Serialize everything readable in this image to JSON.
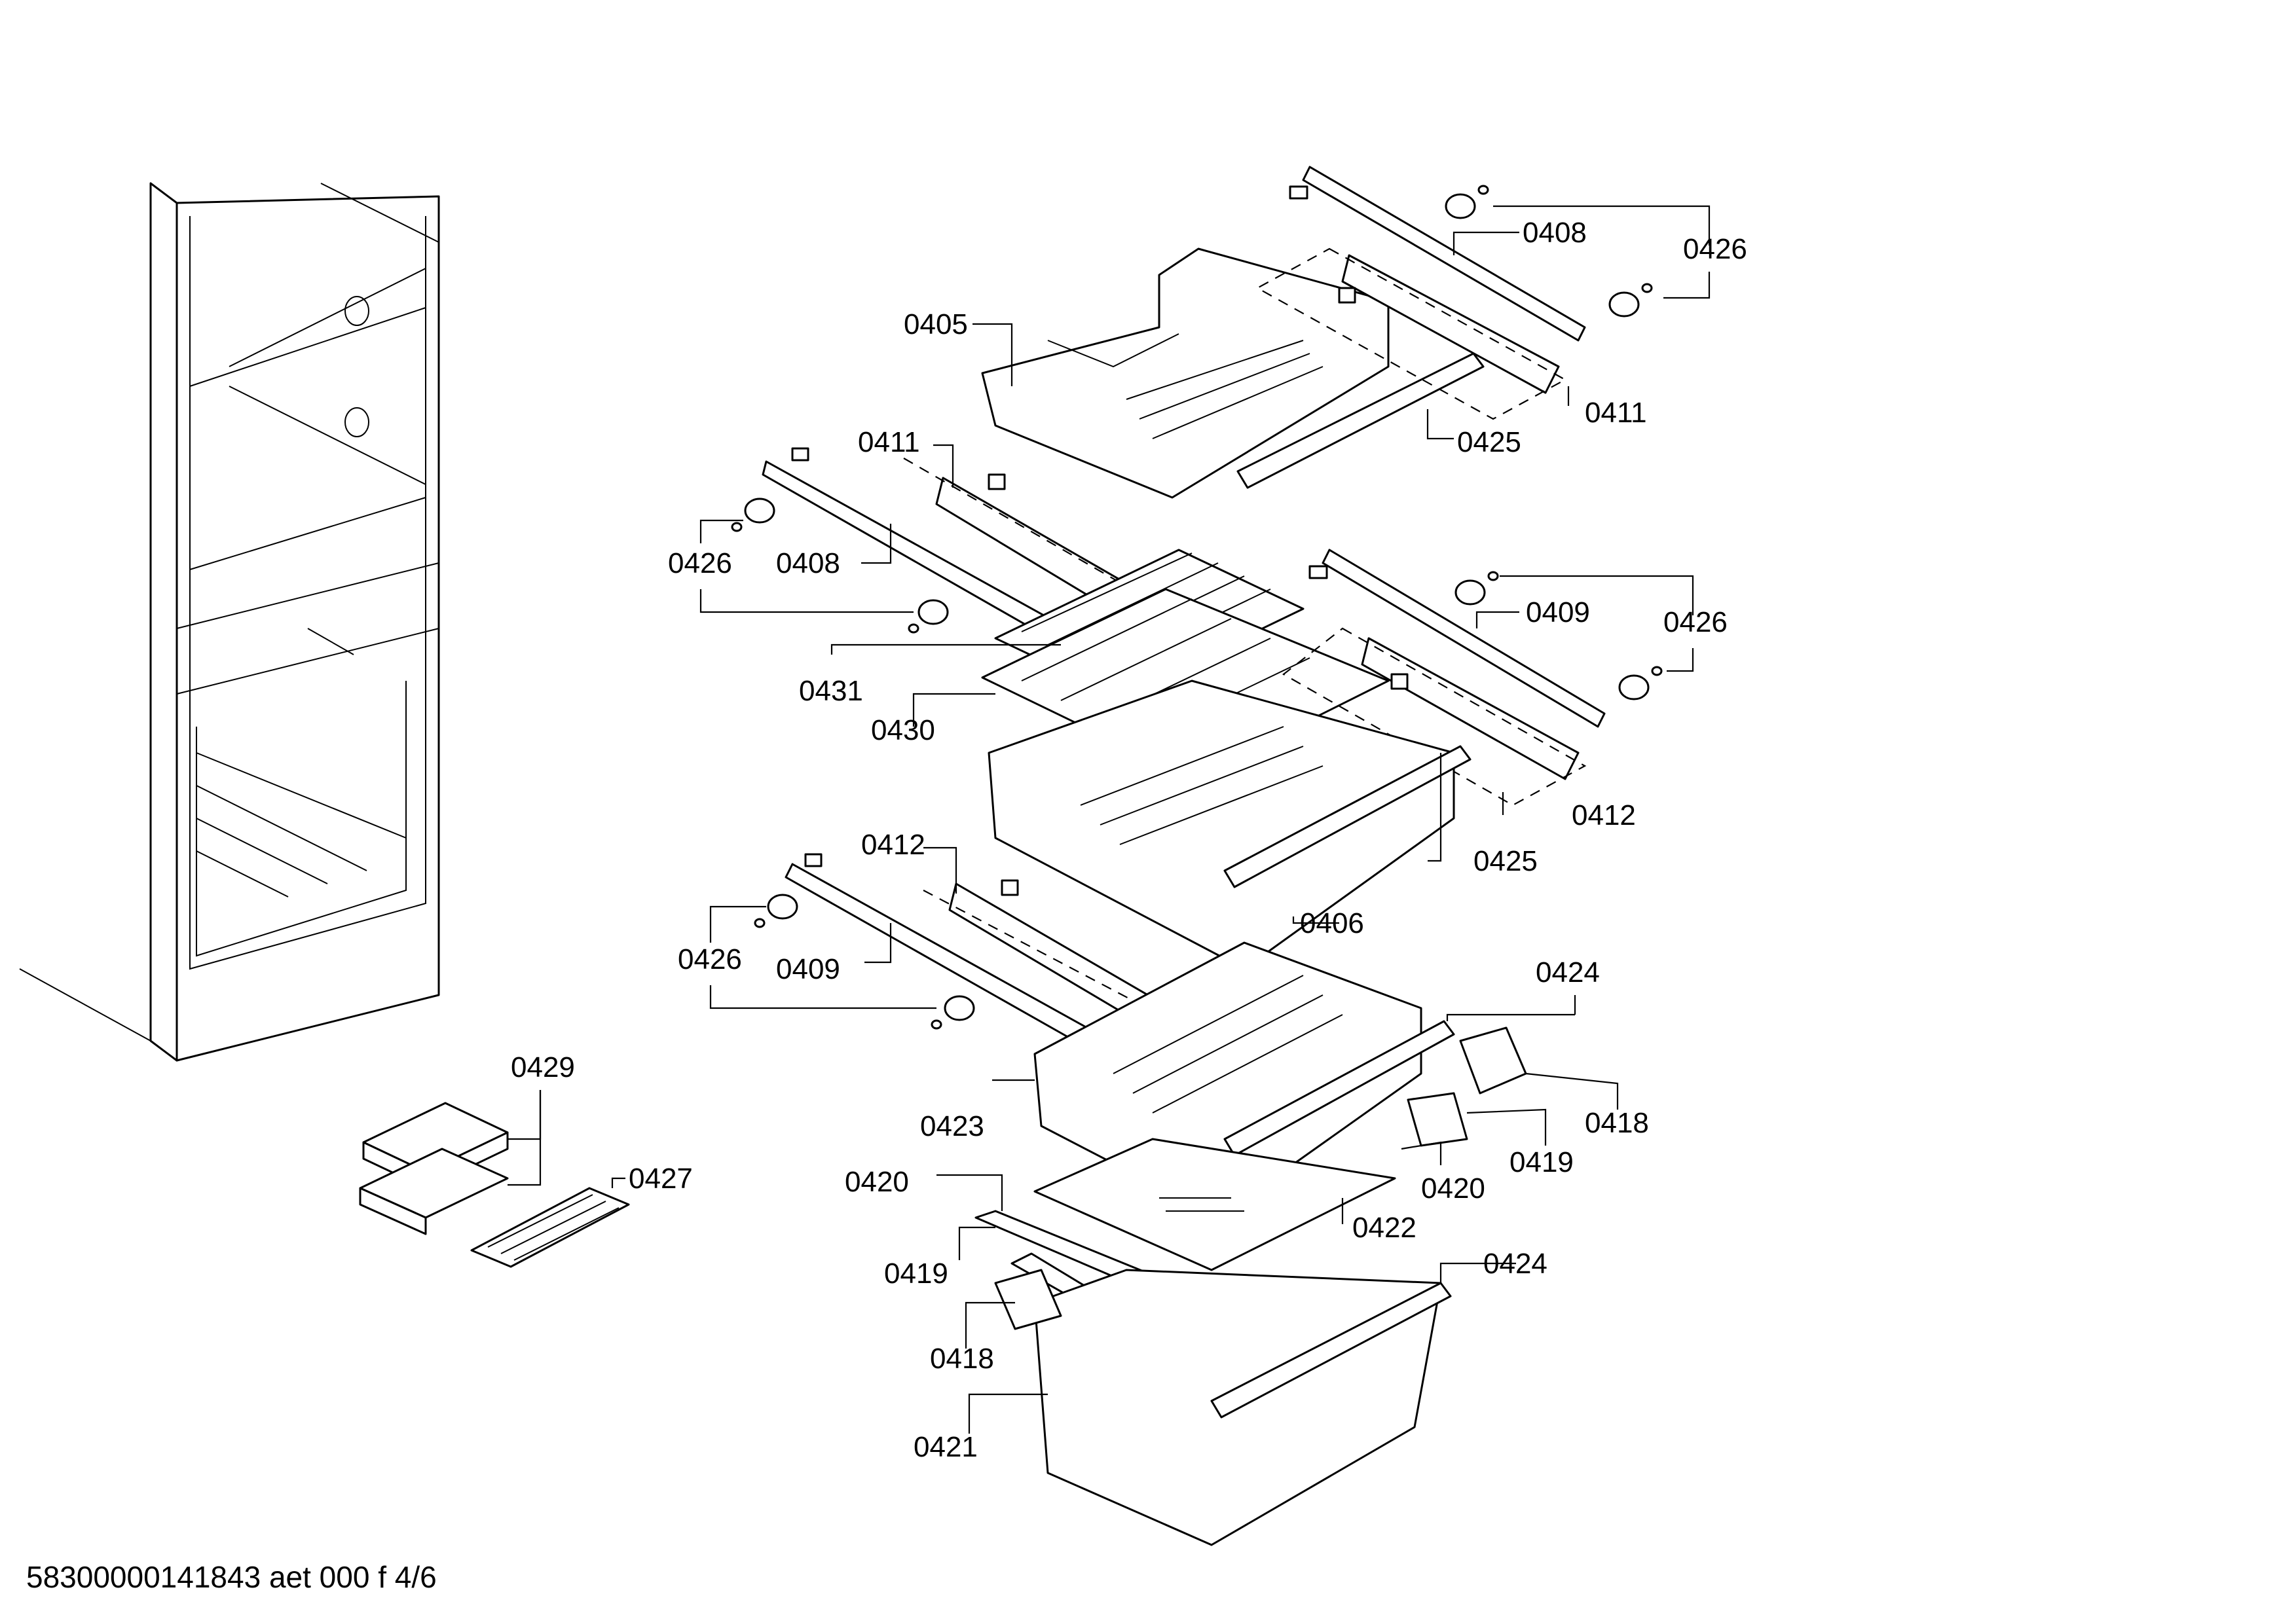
{
  "labels": {
    "l0405": "0405",
    "l0408a": "0408",
    "l0426a": "0426",
    "l0411a": "0411",
    "l0425a": "0425",
    "l0411b": "0411",
    "l0426b": "0426",
    "l0408b": "0408",
    "l0409a": "0409",
    "l0426c": "0426",
    "l0431": "0431",
    "l0430": "0430",
    "l0412a": "0412",
    "l0425b": "0425",
    "l0412b": "0412",
    "l0406": "0406",
    "l0426d": "0426",
    "l0409b": "0409",
    "l0424a": "0424",
    "l0429": "0429",
    "l0427": "0427",
    "l0423": "0423",
    "l0418a": "0418",
    "l0419a": "0419",
    "l0420a": "0420",
    "l0420b": "0420",
    "l0422": "0422",
    "l0424b": "0424",
    "l0419b": "0419",
    "l0418b": "0418",
    "l0421": "0421"
  },
  "footer": "58300000141843 aet 000 f 4/6"
}
